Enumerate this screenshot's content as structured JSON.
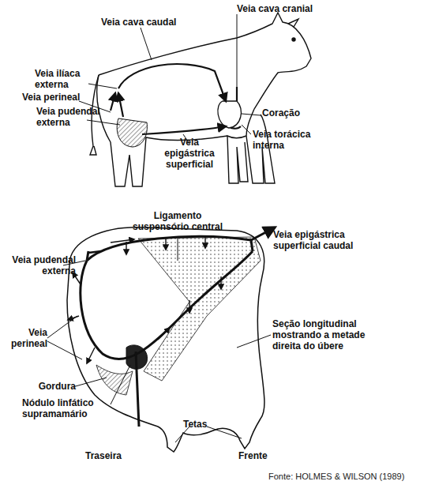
{
  "diagram": {
    "caption": "Fonte: HOLMES & WILSON (1989)",
    "labels": [
      "Veia cava cranial",
      "Veia cava caudal",
      "Veia ilíaca externa",
      "Veia perineal",
      "Veia pudendal externa",
      "Coração",
      "Veia torácica interna",
      "Veia epigástrica superficial",
      "Ligamento suspensório central",
      "Veia epigástrica superficial caudal",
      "Veia pudendal externa",
      "Seção longitudinal mostrando a metade direita do úbere",
      "Veia perineal",
      "Gordura",
      "Nódulo linfático supramamário",
      "Tetas",
      "Traseira",
      "Frente"
    ]
  }
}
